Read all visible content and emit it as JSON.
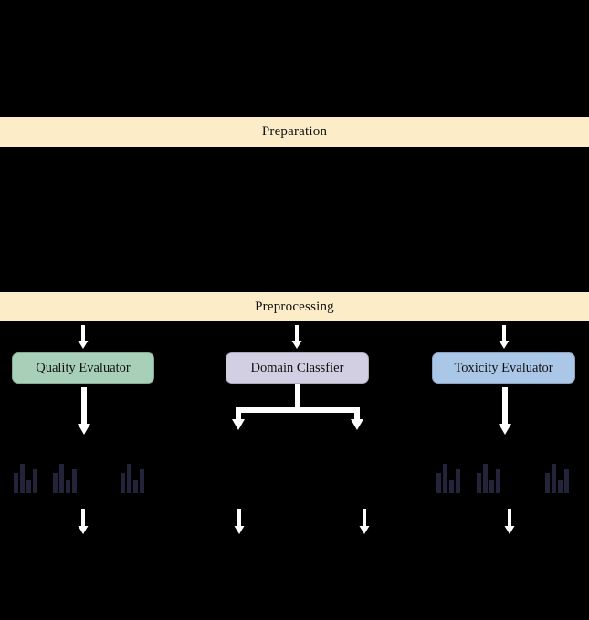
{
  "diagram": {
    "background_color": "#000000",
    "arrow_color": "#ffffff",
    "banners": [
      {
        "label": "Preparation",
        "color": "#fcecc8"
      },
      {
        "label": "Preprocessing",
        "color": "#fcecc8"
      }
    ],
    "stage_boxes": [
      {
        "label": "Quality Evaluator",
        "color": "#a8cfb8",
        "icon": "quality-evaluator-box"
      },
      {
        "label": "Domain Classfier",
        "color": "#d3cfe2",
        "icon": "domain-classifier-box"
      },
      {
        "label": "Toxicity Evaluator",
        "color": "#aac7e8",
        "icon": "toxicity-evaluator-box"
      }
    ],
    "histograms": {
      "icon_name": "bar-chart-icon",
      "color": "#23233a",
      "bars": [
        0.62,
        1.0,
        0.38,
        0.72
      ],
      "left_group_count": 3,
      "right_group_count": 3
    },
    "icons": {
      "arrow_down": "arrow-down-icon",
      "fork_split": "fork-split-connector-icon",
      "bar_chart": "bar-chart-icon"
    }
  }
}
